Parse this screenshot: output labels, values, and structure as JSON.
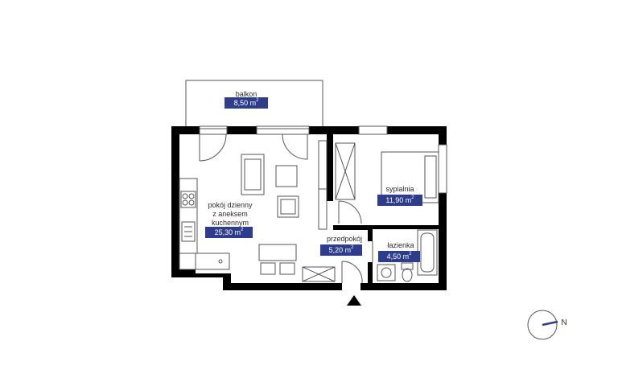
{
  "rooms": {
    "balcony": {
      "name": "balkon",
      "area": "8,50 m",
      "unit_sup": "2"
    },
    "living": {
      "name_lines": [
        "pokój dzienny",
        "z aneksem",
        "kuchennym"
      ],
      "area": "25,30 m",
      "unit_sup": "2"
    },
    "bedroom": {
      "name": "sypialnia",
      "area": "11,90 m",
      "unit_sup": "2"
    },
    "hall": {
      "name": "przedpokój",
      "area": "5,20 m",
      "unit_sup": "2"
    },
    "bathroom": {
      "name": "łazienka",
      "area": "4,50 m",
      "unit_sup": "2"
    }
  },
  "compass": {
    "label": "N",
    "needle_color": "#2e3c8c"
  },
  "colors": {
    "badge": "#2e3c8c",
    "wall": "#000000",
    "line": "#555555"
  }
}
